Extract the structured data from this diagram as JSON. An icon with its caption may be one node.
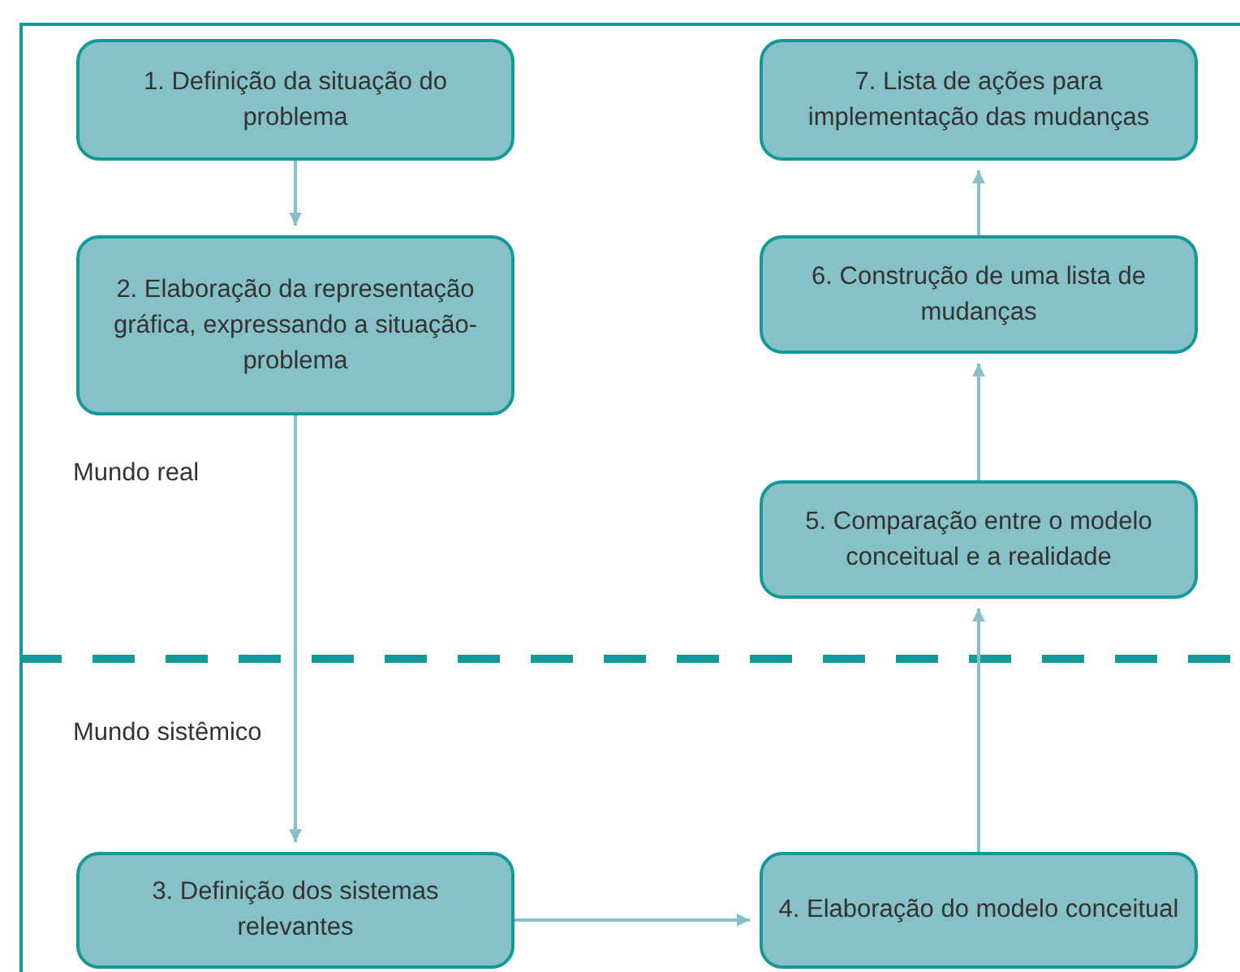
{
  "diagram": {
    "nodes": [
      {
        "text": [
          "1. Definição da situação do problema"
        ]
      },
      {
        "text": [
          "2. Elaboração da representação gráfica, expressando a situação-problema"
        ]
      },
      {
        "text": [
          "3. Definição dos sistemas relevantes"
        ]
      },
      {
        "text": [
          "4. Elaboração do modelo conceitual"
        ]
      },
      {
        "text": [
          "5. Comparação entre o modelo conceitual e a realidade"
        ]
      },
      {
        "text": [
          "6. Construção de uma lista de mudanças"
        ]
      },
      {
        "text": [
          "7. Lista de ações para implementação das mudanças"
        ]
      }
    ],
    "edges": [
      {
        "from": 0,
        "to": 1,
        "arrow": "to"
      },
      {
        "from": 1,
        "to": 2,
        "arrow": "to"
      },
      {
        "from": 2,
        "to": 3,
        "arrow": "to"
      },
      {
        "from": 3,
        "to": 4,
        "arrow": "to"
      },
      {
        "from": 4,
        "to": 5,
        "arrow": "to"
      },
      {
        "from": 5,
        "to": 6,
        "arrow": "to"
      }
    ],
    "labels": [
      "Mundo real",
      "Mundo sistêmico"
    ]
  }
}
